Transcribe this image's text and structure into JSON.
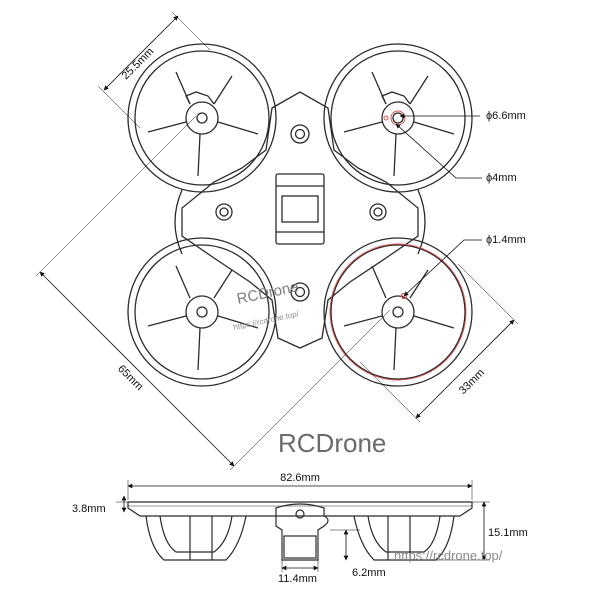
{
  "dimensions": {
    "prop_diameter": "25.5mm",
    "diagonal": "65mm",
    "guard_diameter": "33mm",
    "motor_hole_large": "ϕ6.6mm",
    "motor_hole_mid": "ϕ4mm",
    "motor_hole_small": "ϕ1.4mm",
    "side_width": "82.6mm",
    "side_thickness": "3.8mm",
    "side_height": "15.1mm",
    "bottom_width": "11.4mm",
    "bottom_gap": "6.2mm"
  },
  "watermark": {
    "brand": "RCDrone",
    "url": "https://rcdrone.top/"
  },
  "colors": {
    "line": "#2b2b2b",
    "accent": "#d9534f"
  }
}
